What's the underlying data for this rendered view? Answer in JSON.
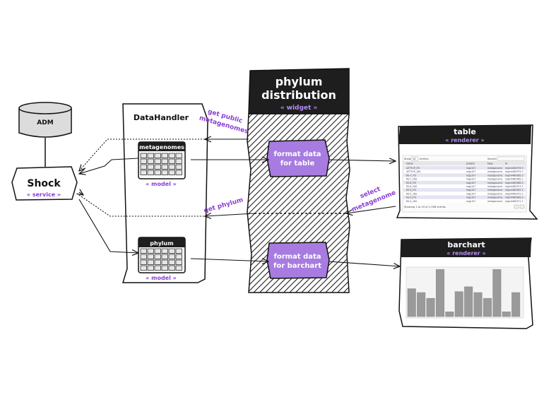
{
  "nodes": {
    "adm": {
      "label": "ADM"
    },
    "shock": {
      "label": "Shock",
      "stereotype": "« service »"
    },
    "datahandler": {
      "label": "DataHandler"
    },
    "metagenomes_model": {
      "label": "metagenomes",
      "stereotype": "« model »"
    },
    "phylum_model": {
      "label": "phylum",
      "stereotype": "« model »"
    },
    "widget": {
      "title_line1": "phylum",
      "title_line2": "distribution",
      "stereotype": "« widget »"
    },
    "format_table": {
      "line1": "format data",
      "line2": "for table"
    },
    "format_barchart": {
      "line1": "format data",
      "line2": "for barchart"
    },
    "table_renderer": {
      "title": "table",
      "stereotype": "« renderer »"
    },
    "barchart_renderer": {
      "title": "barchart",
      "stereotype": "« renderer »"
    }
  },
  "edge_labels": {
    "get_public_line1": "get public",
    "get_public_line2": "metagenomes",
    "get_phylum": "get phylum",
    "select_line1": "select",
    "select_line2": "metagenome"
  },
  "table_preview": {
    "show": "Show",
    "entries_value": "10",
    "entries": "entries",
    "search": "Search:",
    "headers": [
      "name",
      "project",
      "type",
      "id"
    ],
    "rows": [
      [
        "4ZTTLIP_ITS",
        "mgp107",
        "metagenome",
        "mgm4460379.3"
      ],
      [
        "4ZTTLIP_16S",
        "mgp107",
        "metagenome",
        "mgm4460379.3"
      ],
      [
        "RS-7_ITS",
        "mgp107",
        "metagenome",
        "mgm4460385.3"
      ],
      [
        "RS-7_16S",
        "mgp107",
        "metagenome",
        "mgm4460385.3"
      ],
      [
        "RS-6_ITS",
        "mgp107",
        "metagenome",
        "mgm4460386.3"
      ],
      [
        "RS-6_16S",
        "mgp107",
        "metagenome",
        "mgm4460373.3"
      ],
      [
        "RS-5_ITS",
        "mgp107",
        "metagenome",
        "mgm4460387.3"
      ],
      [
        "RS-5_16S",
        "mgp107",
        "metagenome",
        "mgm4460372.3"
      ],
      [
        "RS-4_ITS",
        "mgp107",
        "metagenome",
        "mgm4460385.3"
      ],
      [
        "RS-4_16S",
        "mgp107",
        "metagenome",
        "mgm4460371.3"
      ]
    ],
    "footer": "Showing 1 to 10 of 1,006 entries"
  },
  "barchart_preview": {
    "values": [
      0.58,
      0.5,
      0.38,
      0.98,
      0.1,
      0.52,
      0.62,
      0.5,
      0.38,
      0.98,
      0.1,
      0.5
    ]
  },
  "colors": {
    "accent": "#8a3fd6",
    "process_fill": "#a77be0",
    "header_black": "#1e1e1e",
    "hatch": "#222222"
  }
}
